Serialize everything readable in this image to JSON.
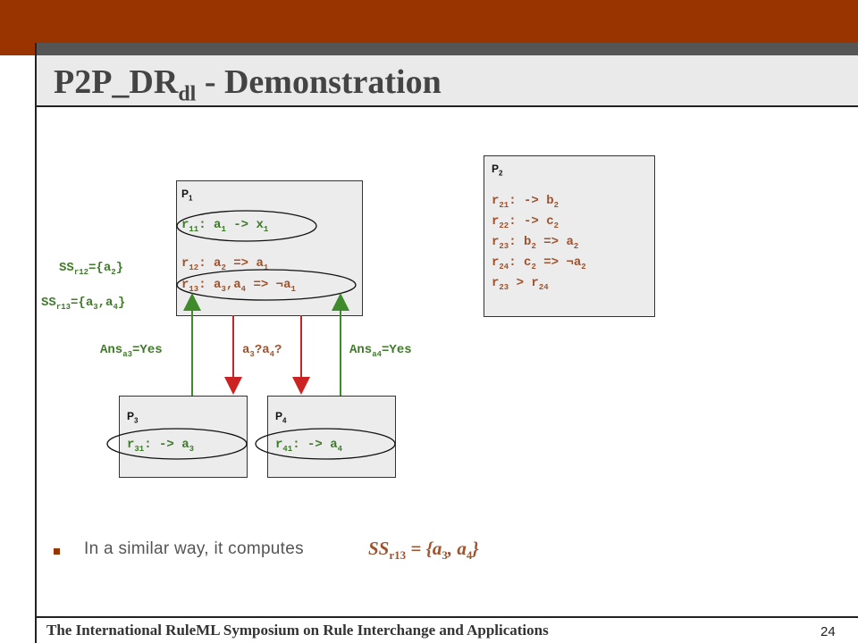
{
  "title": {
    "main": "P2P_DR",
    "sub": "dl",
    "rest": " - Demonstration"
  },
  "p1": {
    "name": "P",
    "name_sub": "1",
    "r11": {
      "a": "r",
      "as": "11",
      "b": ": a",
      "bs": "1",
      "c": " -> x",
      "cs": "1"
    },
    "r12": {
      "a": "r",
      "as": "12",
      "b": ": a",
      "bs": "2",
      "c": " => a",
      "cs": "1"
    },
    "r13": {
      "a": "r",
      "as": "13",
      "b": ": a",
      "bs": "3",
      "c": ",a",
      "cs": "4",
      "d": " => ¬a",
      "ds": "1"
    }
  },
  "p2": {
    "name": "P",
    "name_sub": "2",
    "r21": {
      "a": "r",
      "as": "21",
      "b": ": -> b",
      "bs": "2"
    },
    "r22": {
      "a": "r",
      "as": "22",
      "b": ": -> c",
      "bs": "2"
    },
    "r23": {
      "a": "r",
      "as": "23",
      "b": ": b",
      "bs": "2",
      "c": " => a",
      "cs": "2"
    },
    "r24": {
      "a": "r",
      "as": "24",
      "b": ": c",
      "bs": "2",
      "c": " => ¬a",
      "cs": "2"
    },
    "pref": {
      "a": "r",
      "as": "23",
      "b": " > r",
      "bs": "24"
    }
  },
  "p3": {
    "name": "P",
    "name_sub": "3",
    "r31": {
      "a": "r",
      "as": "31",
      "b": ": -> a",
      "bs": "3"
    }
  },
  "p4": {
    "name": "P",
    "name_sub": "4",
    "r41": {
      "a": "r",
      "as": "41",
      "b": ": -> a",
      "bs": "4"
    }
  },
  "labels": {
    "ss12": {
      "a": "SS",
      "as": "r12",
      "b": "={a",
      "bs": "2",
      "c": "}"
    },
    "ss13": {
      "a": "SS",
      "as": "r13",
      "b": "={a",
      "bs": "3",
      "c": ",a",
      "cs": "4",
      "d": "}"
    },
    "ans3": {
      "a": "Ans",
      "as": "a3",
      "b": "=Yes"
    },
    "query": {
      "a": "a",
      "as": "3",
      "b": "?a",
      "bs": "4",
      "c": "?"
    },
    "ans4": {
      "a": "Ans",
      "as": "a4",
      "b": "=Yes"
    }
  },
  "bullet": {
    "text": "In a similar way, it computes",
    "formula": {
      "a": "SS",
      "as": "r13",
      "b": " = {a",
      "bs": "3",
      "c": ", a",
      "cs": "4",
      "d": "}"
    }
  },
  "footer": {
    "text": "The International RuleML Symposium on Rule Interchange and Applications",
    "page": "24"
  },
  "colors": {
    "accent": "#993300",
    "rule_brown": "#a0522d",
    "rule_green": "#3f7a2a",
    "arrow_red": "#cc2222",
    "arrow_green": "#3f8a2a"
  }
}
